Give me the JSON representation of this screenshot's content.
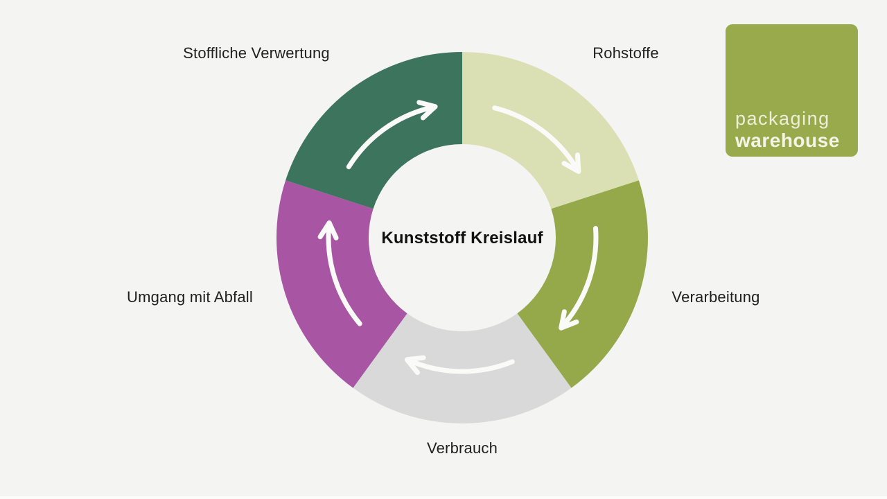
{
  "page": {
    "background_color": "#f4f4f2"
  },
  "diagram": {
    "type": "cycle",
    "direction": "clockwise",
    "center_title": "Kunststoff Kreislauf",
    "arrow_color": "#fafaf8",
    "segments": [
      {
        "label": "Rohstoffe",
        "color": "#dbe0b4"
      },
      {
        "label": "Verarbeitung",
        "color": "#96a94a"
      },
      {
        "label": "Verbrauch",
        "color": "#d9d9d9"
      },
      {
        "label": "Umgang mit Abfall",
        "color": "#a856a3"
      },
      {
        "label": "Stoffliche Verwertung",
        "color": "#3d745e"
      }
    ]
  },
  "logo": {
    "line1": "packaging",
    "line2": "warehouse",
    "background": "#98aa4b",
    "line1_color": "#eeeeda",
    "line2_color": "#f6f4e6"
  }
}
